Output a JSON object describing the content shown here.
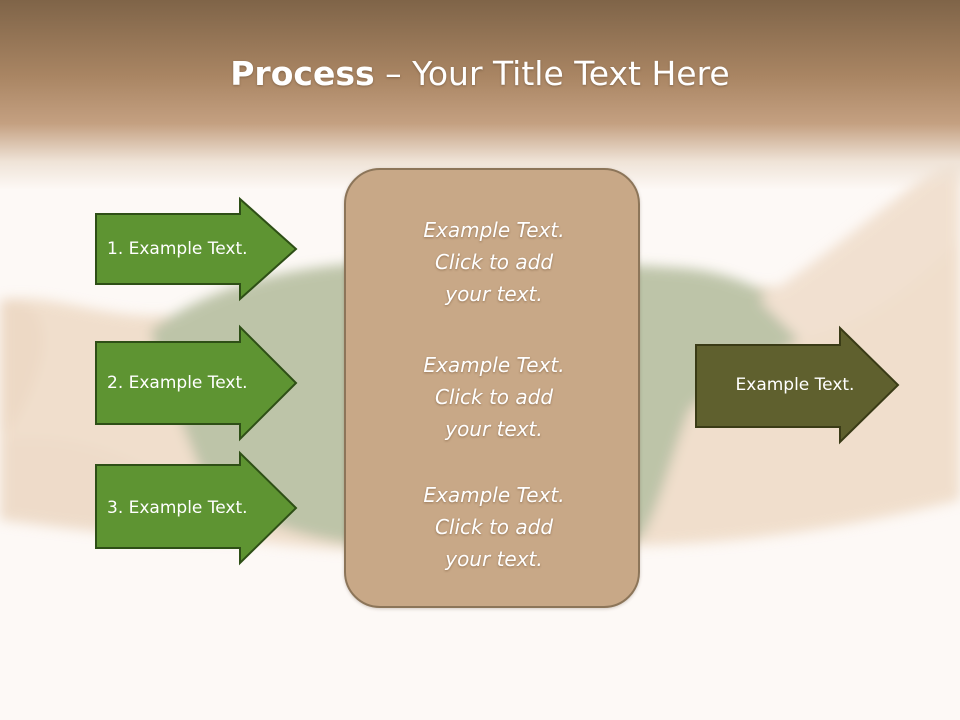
{
  "slide": {
    "title_bold": "Process",
    "title_rest": " – Your Title Text Here"
  },
  "left_steps": [
    {
      "label": "1. Example Text."
    },
    {
      "label": "2. Example Text."
    },
    {
      "label": "3. Example Text."
    }
  ],
  "center_box": {
    "paragraphs": [
      {
        "line1": "Example Text.",
        "line2": "Click  to add",
        "line3": "your text."
      },
      {
        "line1": "Example Text.",
        "line2": "Click  to add",
        "line3": "your text."
      },
      {
        "line1": "Example Text.",
        "line2": "Click  to add",
        "line3": "your text."
      }
    ]
  },
  "output_arrow": {
    "label": "Example Text."
  },
  "colors": {
    "step_arrow_fill": "#5e9432",
    "step_arrow_stroke": "#2e4f16",
    "output_arrow_fill": "#5f602e",
    "output_arrow_stroke": "#3a3b16",
    "center_box_fill": "#c8a887",
    "header_band": "#a98563"
  }
}
